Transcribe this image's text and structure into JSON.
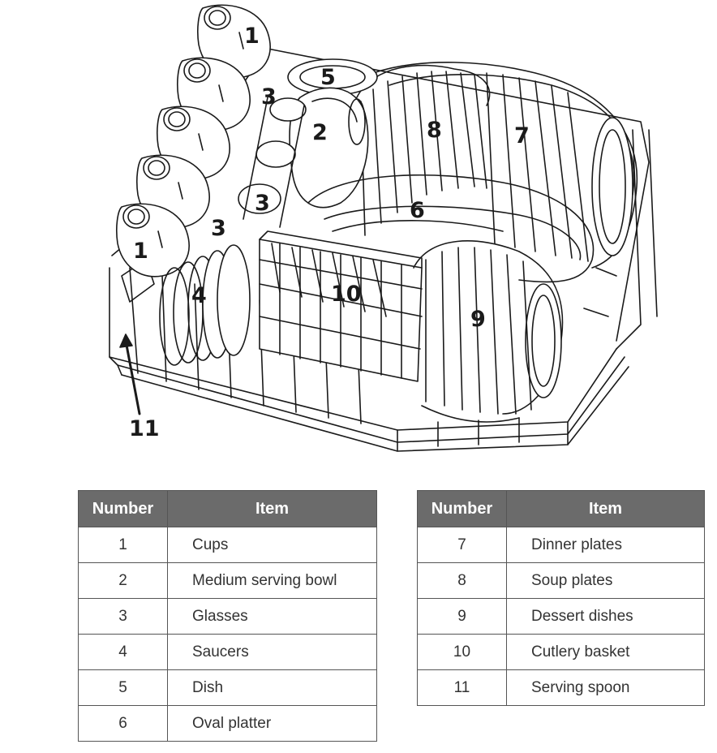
{
  "diagram": {
    "callouts": [
      "1",
      "3",
      "5",
      "2",
      "8",
      "7",
      "3",
      "6",
      "3",
      "1",
      "4",
      "10",
      "9",
      "11"
    ]
  },
  "legend_left": {
    "headers": [
      "Number",
      "Item"
    ],
    "rows": [
      {
        "num": "1",
        "item": "Cups"
      },
      {
        "num": "2",
        "item": "Medium serving bowl"
      },
      {
        "num": "3",
        "item": "Glasses"
      },
      {
        "num": "4",
        "item": "Saucers"
      },
      {
        "num": "5",
        "item": "Dish"
      },
      {
        "num": "6",
        "item": "Oval platter"
      }
    ]
  },
  "legend_right": {
    "headers": [
      "Number",
      "Item"
    ],
    "rows": [
      {
        "num": "7",
        "item": "Dinner plates"
      },
      {
        "num": "8",
        "item": "Soup plates"
      },
      {
        "num": "9",
        "item": "Dessert dishes"
      },
      {
        "num": "10",
        "item": "Cutlery basket"
      },
      {
        "num": "11",
        "item": "Serving spoon"
      }
    ]
  },
  "colors": {
    "header_bg": "#6b6b6b",
    "line": "#1a1a1a"
  }
}
